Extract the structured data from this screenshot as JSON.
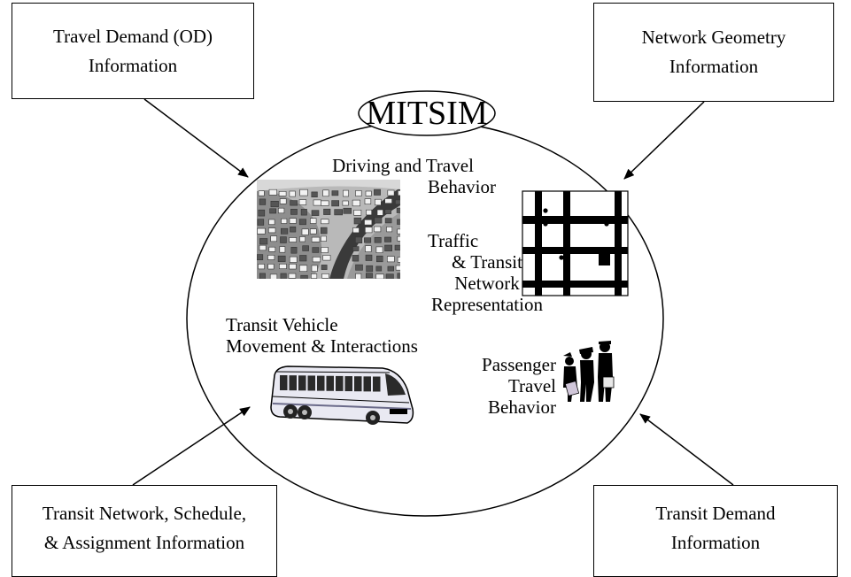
{
  "title": "MITSIM",
  "inputs": {
    "travel_demand": [
      "Travel Demand (OD)",
      "Information"
    ],
    "network_geometry": [
      "Network Geometry",
      "Information"
    ],
    "transit_network": [
      "Transit Network, Schedule,",
      "& Assignment Information"
    ],
    "transit_demand": [
      "Transit Demand",
      "Information"
    ]
  },
  "components": {
    "driving": [
      "Driving and Travel",
      "Behavior"
    ],
    "traffic_network": [
      "Traffic",
      "& Transit",
      "Network",
      "Representation"
    ],
    "transit_vehicle": [
      "Transit Vehicle",
      "Movement & Interactions"
    ],
    "passenger": [
      "Passenger",
      "Travel",
      "Behavior"
    ]
  },
  "icons": [
    "traffic-jam-photo",
    "street-grid-map",
    "bus-clipart",
    "passengers-silhouettes"
  ]
}
